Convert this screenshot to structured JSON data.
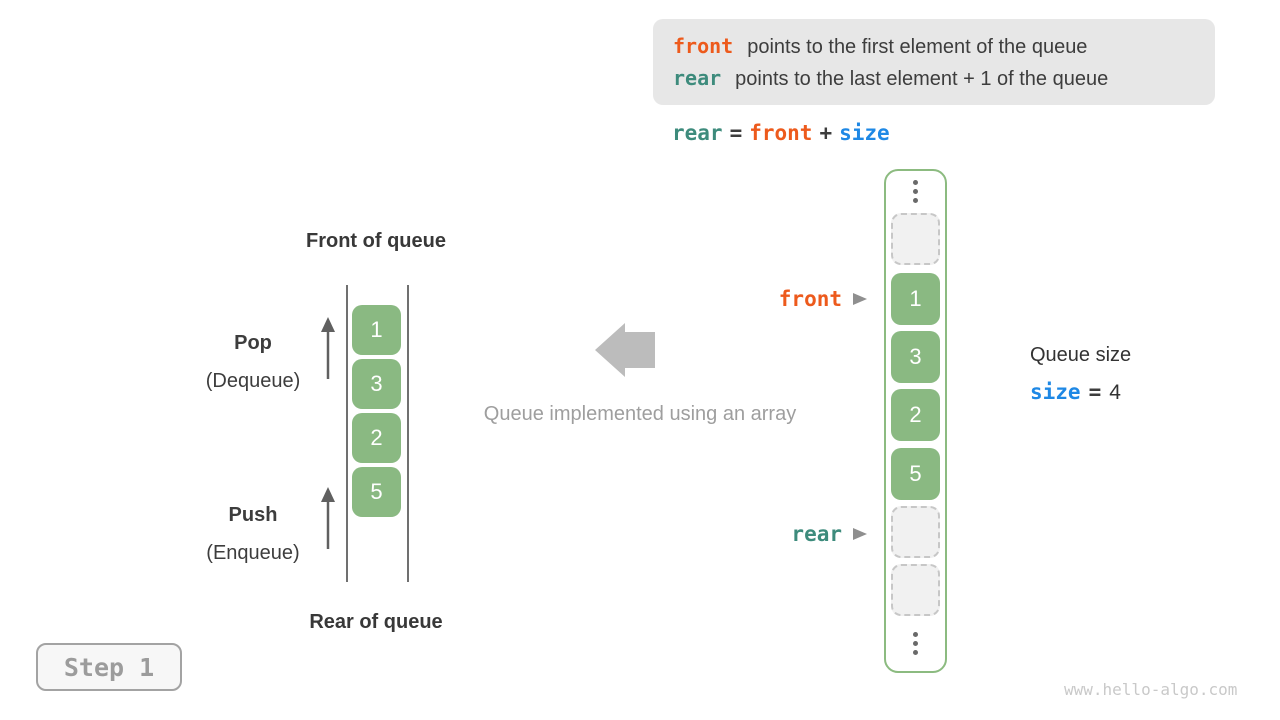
{
  "colors": {
    "green": "#8ab982",
    "orange": "#ed5a1c",
    "teal": "#3d8b7c",
    "blue": "#1e88e5",
    "gray_caption": "#9e9e9e"
  },
  "info_box": {
    "line1_keyword": "front",
    "line1_text": "points to the first element of the queue",
    "line2_keyword": "rear",
    "line2_text": "points to the last element + 1 of the queue"
  },
  "formula": {
    "rear": "rear",
    "eq": "=",
    "front": "front",
    "plus": "+",
    "size": "size"
  },
  "left_queue": {
    "front_title": "Front of queue",
    "rear_title": "Rear of queue",
    "pop": "Pop",
    "pop_sub": "(Dequeue)",
    "push": "Push",
    "push_sub": "(Enqueue)",
    "values": [
      "1",
      "3",
      "2",
      "5"
    ]
  },
  "center": {
    "caption": "Queue implemented using an array"
  },
  "right_array": {
    "front_pointer": "front",
    "rear_pointer": "rear",
    "cells": [
      {
        "type": "ellipsis"
      },
      {
        "type": "empty"
      },
      {
        "type": "value",
        "value": "1"
      },
      {
        "type": "value",
        "value": "3"
      },
      {
        "type": "value",
        "value": "2"
      },
      {
        "type": "value",
        "value": "5"
      },
      {
        "type": "empty"
      },
      {
        "type": "empty"
      },
      {
        "type": "ellipsis"
      }
    ]
  },
  "queue_size": {
    "title": "Queue size",
    "variable": "size",
    "equals": "=",
    "value": "4"
  },
  "step_badge": {
    "label": "Step 1"
  },
  "watermark": {
    "text": "www.hello-algo.com"
  }
}
